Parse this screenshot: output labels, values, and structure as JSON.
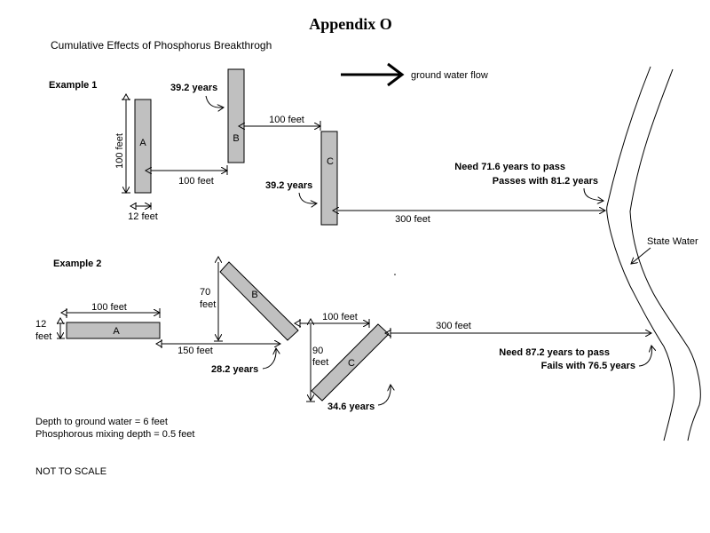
{
  "title": "Appendix O",
  "subtitle": "Cumulative Effects of Phosphorus Breakthrogh",
  "legend": {
    "flow_label": "ground water flow",
    "icon": "right-arrow-icon"
  },
  "example1": {
    "label": "Example 1",
    "systems": [
      {
        "id": "A",
        "label": "A"
      },
      {
        "id": "B",
        "label": "B"
      },
      {
        "id": "C",
        "label": "C"
      }
    ],
    "dimensions": {
      "length": "100 feet",
      "width": "12 feet",
      "spacing_ab": "100 feet",
      "spacing_bc": "100 feet",
      "to_water": "300 feet"
    },
    "annotations": {
      "at_b": "39.2 years",
      "at_c": "39.2 years",
      "need": "Need 71.6 years to pass",
      "result": "Passes with 81.2 years"
    }
  },
  "example2": {
    "label": "Example 2",
    "systems": [
      {
        "id": "A",
        "label": "A"
      },
      {
        "id": "B",
        "label": "B"
      },
      {
        "id": "C",
        "label": "C"
      }
    ],
    "dimensions": {
      "a_length": "100 feet",
      "a_width_value": "12",
      "a_width_unit": "feet",
      "b_height_value": "70",
      "b_height_unit": "feet",
      "spacing_ab": "150 feet",
      "spacing_bc": "100 feet",
      "c_height_value": "90",
      "c_height_unit": "feet",
      "to_water": "300 feet"
    },
    "annotations": {
      "at_b": "28.2 years",
      "at_c": "34.6 years",
      "need": "Need 87.2 years to pass",
      "result": "Fails with 76.5 years"
    }
  },
  "state_water_label": "State Water",
  "notes": [
    "Depth to ground water = 6 feet",
    "Phosphorous mixing depth = 0.5 feet"
  ],
  "scale_note": "NOT TO SCALE"
}
